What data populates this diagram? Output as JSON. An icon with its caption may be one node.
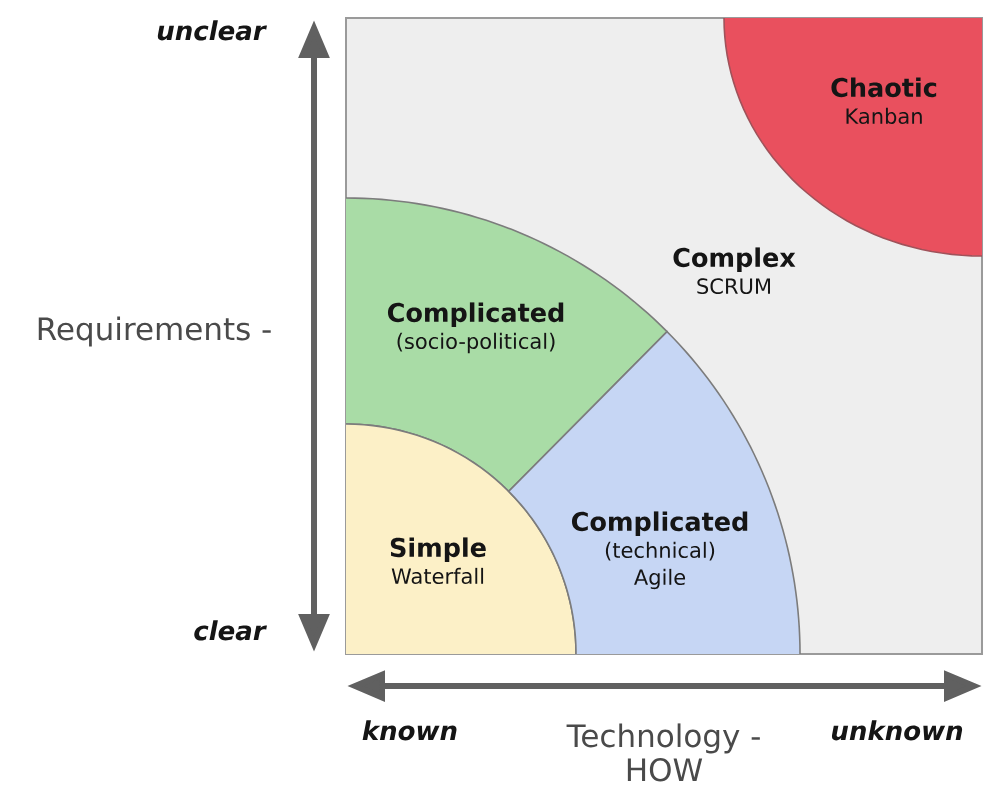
{
  "diagram": {
    "nodes": [
      {
        "text": [
          "Complex",
          "SCRUM"
        ]
      },
      {
        "text": [
          "Chaotic",
          "Kanban"
        ],
        "in": 0
      },
      {
        "text": [
          "Complicated",
          "(socio-political)"
        ],
        "in": 0
      },
      {
        "text": [
          "Simple",
          "Waterfall"
        ],
        "in": 0
      },
      {
        "text": [
          "Complicated",
          "(technical)",
          "Agile"
        ],
        "in": 0
      }
    ],
    "labels": [
      "unclear",
      "Requirements -",
      "clear",
      "known",
      "Technology - HOW",
      "unknown"
    ]
  }
}
